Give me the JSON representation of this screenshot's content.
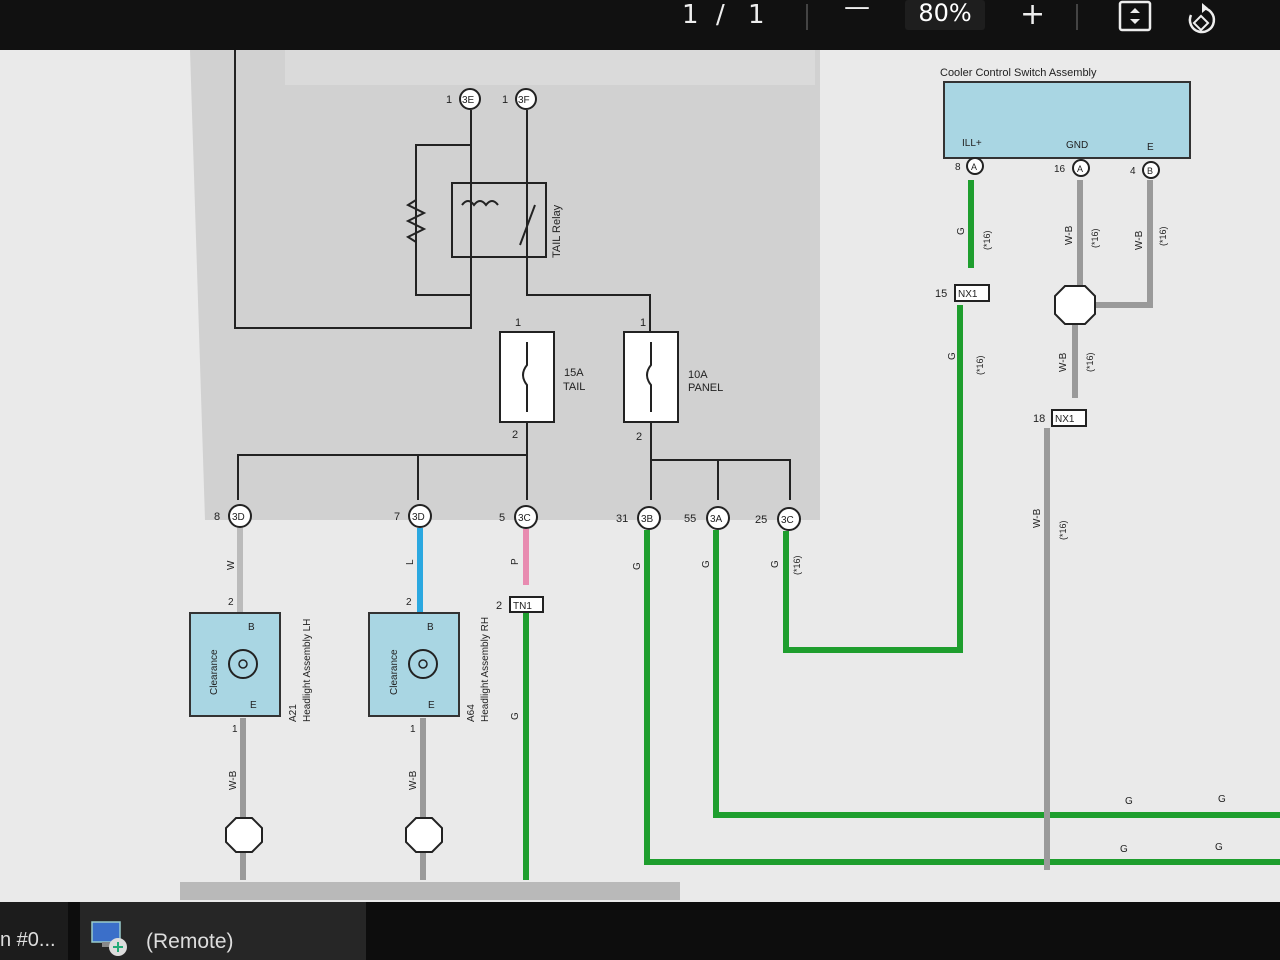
{
  "viewer_toolbar": {
    "page_current": "1",
    "page_separator": "/",
    "page_total": "1",
    "zoom_out_label": "—",
    "zoom_level": "80%",
    "zoom_in_label": "+",
    "fit_page_icon": "fit-page-icon",
    "rotate_icon": "rotate-icon"
  },
  "diagram": {
    "relay": {
      "pins": [
        "1",
        "1"
      ],
      "connectors": [
        "3E",
        "3F"
      ],
      "label": "TAIL Relay"
    },
    "fuses": [
      {
        "pin_top": "1",
        "pin_bottom": "2",
        "rating": "15A",
        "name": "TAIL"
      },
      {
        "pin_top": "1",
        "pin_bottom": "2",
        "rating": "10A",
        "name": "PANEL"
      }
    ],
    "junctions": [
      {
        "pin": "8",
        "connector": "3D"
      },
      {
        "pin": "7",
        "connector": "3D"
      },
      {
        "pin": "5",
        "connector": "3C"
      },
      {
        "pin": "31",
        "connector": "3B"
      },
      {
        "pin": "55",
        "connector": "3A"
      },
      {
        "pin": "25",
        "connector": "3C"
      }
    ],
    "switch_assembly": {
      "title": "Cooler Control Switch Assembly",
      "terminals": [
        "ILL+",
        "GND",
        "E"
      ],
      "pins": [
        {
          "pin": "8",
          "connector": "A"
        },
        {
          "pin": "16",
          "connector": "A"
        },
        {
          "pin": "4",
          "connector": "B"
        }
      ]
    },
    "connectors_nx1": [
      {
        "pin": "15",
        "name": "NX1"
      },
      {
        "pin": "18",
        "name": "NX1"
      }
    ],
    "connector_tn1": {
      "pin": "2",
      "name": "TN1"
    },
    "headlights": [
      {
        "id": "A21",
        "name": "Headlight Assembly LH",
        "inner": "Clearance",
        "term_b": "B",
        "term_e": "E",
        "pin_top": "2",
        "pin_bottom": "1"
      },
      {
        "id": "A64",
        "name": "Headlight Assembly RH",
        "inner": "Clearance",
        "term_b": "B",
        "term_e": "E",
        "pin_top": "2",
        "pin_bottom": "1"
      }
    ],
    "wire_codes": {
      "w": "W",
      "l": "L",
      "p": "P",
      "g": "G",
      "wb": "W-B",
      "note16": "(*16)",
      "note_sm": "(*16)"
    },
    "wire_colors": {
      "green": "#1e9e2e",
      "blue": "#2ba8e0",
      "pink": "#e88bb0",
      "gray": "#9a9a9a",
      "black": "#222222"
    },
    "panel_colors": {
      "component": "#a9d6e3",
      "shade": "#c8c8c8"
    }
  },
  "taskbar": {
    "item1": "n #0...",
    "item2_label": "(Remote)",
    "item2_icon": "remote-desktop-icon"
  }
}
